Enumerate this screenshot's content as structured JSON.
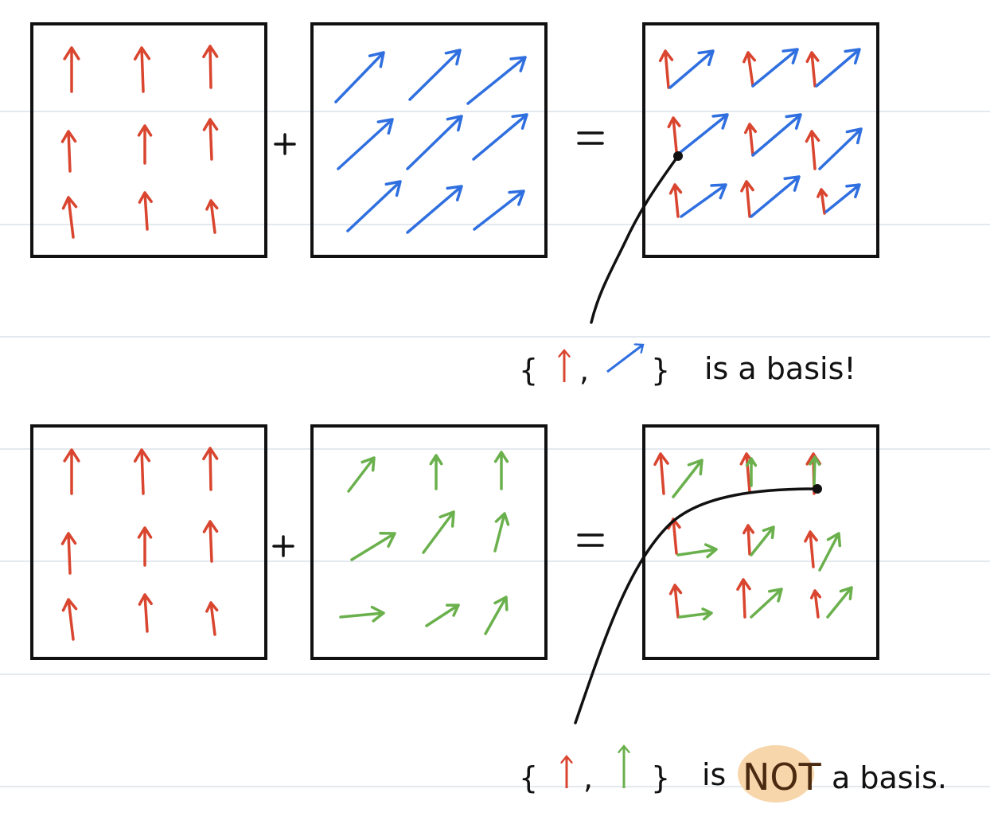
{
  "colors": {
    "red": "#d9452f",
    "blue": "#2f6fe0",
    "green": "#6ab04c",
    "ink": "#111111",
    "highlight": "#f7cf9c"
  },
  "top_row": {
    "plus": "+",
    "equals": "=",
    "caption": {
      "open": "{",
      "comma": ",",
      "close": "}",
      "text": "is a basis!"
    }
  },
  "bottom_row": {
    "plus": "+",
    "equals": "=",
    "caption": {
      "open": "{",
      "comma": ",",
      "close": "}",
      "pre": "is",
      "highlight": "NOT",
      "post": "a basis."
    }
  }
}
